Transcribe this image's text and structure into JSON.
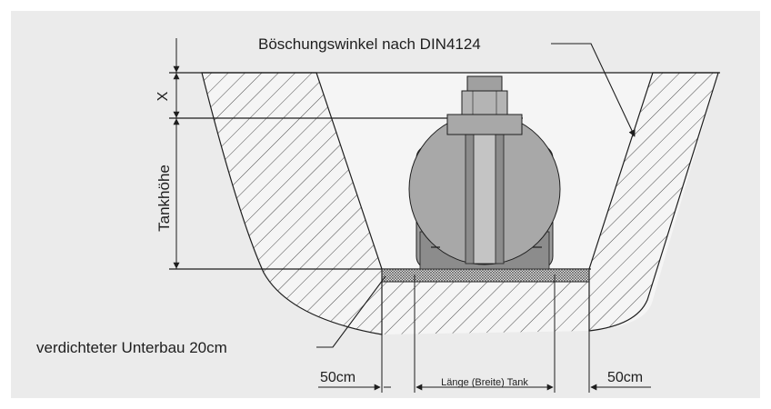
{
  "diagram": {
    "title_label": "Böschungswinkel nach DIN4124",
    "x_label": "X",
    "height_label": "Tankhöhe",
    "base_label": "verdichteter Unterbau 20cm",
    "left_margin_label": "50cm",
    "tank_width_label": "Länge (Breite) Tank",
    "right_margin_label": "50cm",
    "colors": {
      "background": "#ebebeb",
      "ground_fill": "#f4f4f4",
      "tank_fill": "#a8a8a8",
      "tank_dark": "#8c8c8c",
      "tank_light": "#c4c4c4",
      "line": "#1e1e1e",
      "hatch": "#4a4a4a"
    }
  }
}
